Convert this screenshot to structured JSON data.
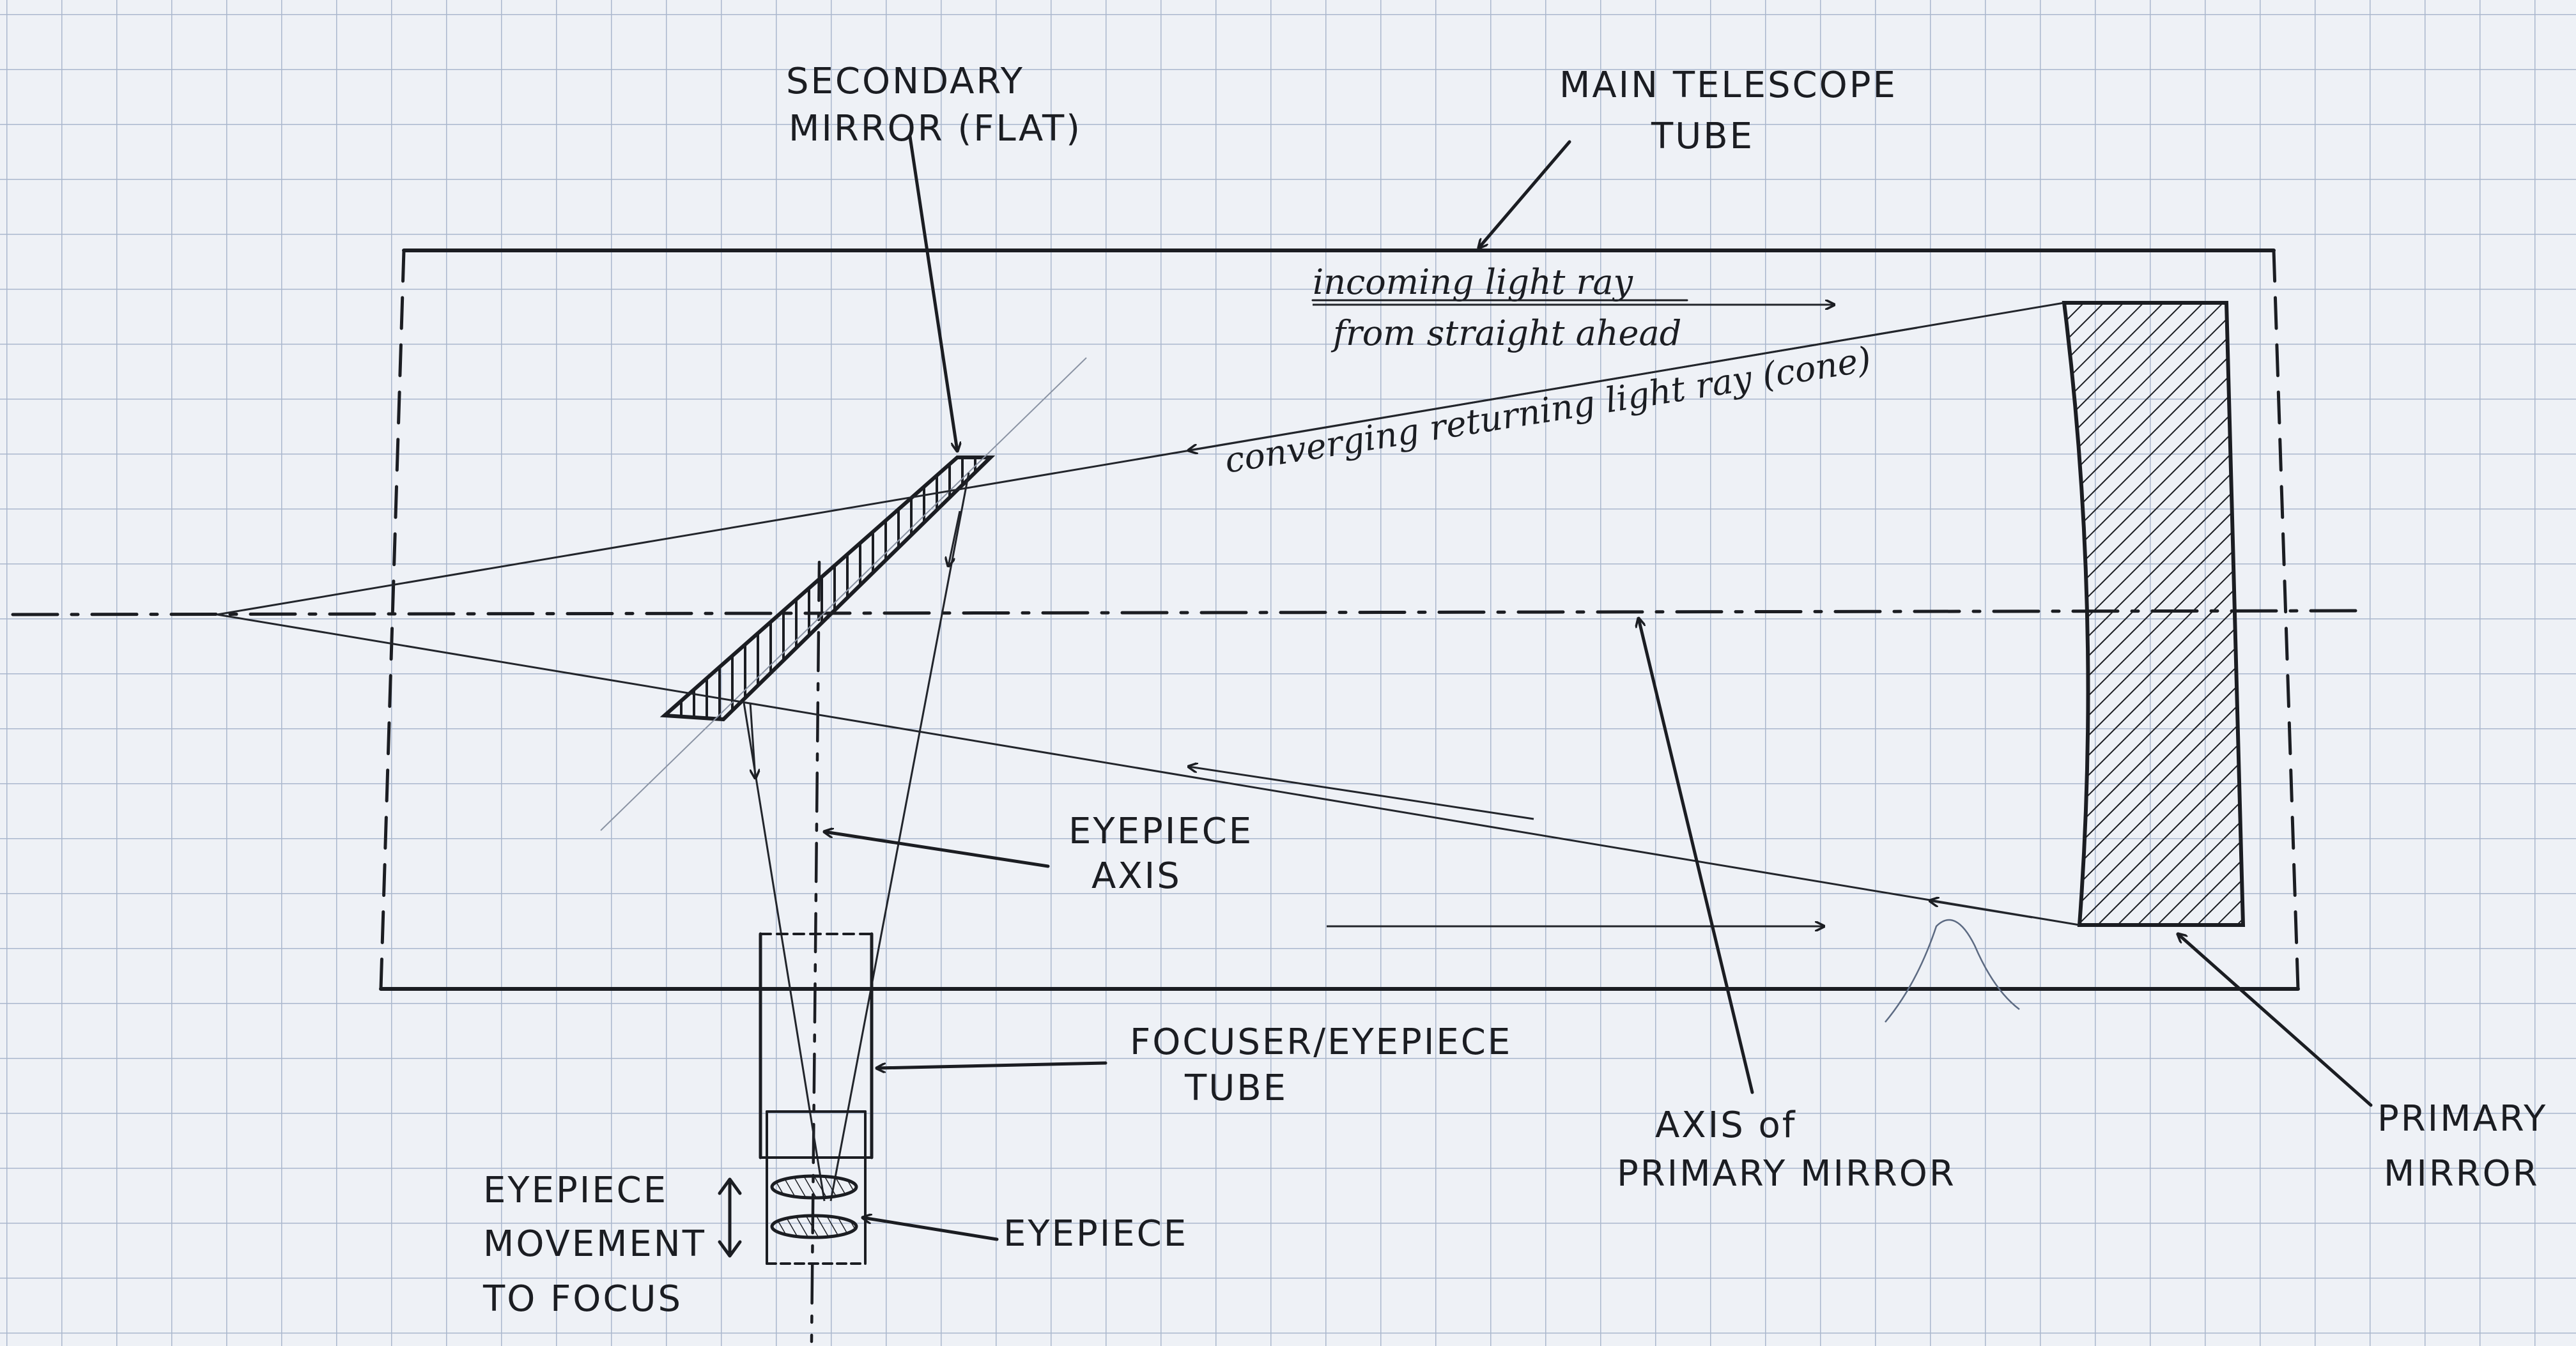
{
  "labels": {
    "secondary_mirror_line1": "SECONDARY",
    "secondary_mirror_line2": "MIRROR (FLAT)",
    "main_tube_line1": "MAIN TELESCOPE",
    "main_tube_line2": "TUBE",
    "incoming_line1": "incoming light ray",
    "incoming_line2": "from straight ahead",
    "converging": "converging returning light ray (cone)",
    "eyepiece_axis_line1": "EYEPIECE",
    "eyepiece_axis_line2": "AXIS",
    "focuser_line1": "FOCUSER/EYEPIECE",
    "focuser_line2": "TUBE",
    "axis_primary_line1": "AXIS of",
    "axis_primary_line2": "PRIMARY MIRROR",
    "primary_mirror_line1": "PRIMARY",
    "primary_mirror_line2": "MIRROR",
    "eyepiece_movement_line1": "EYEPIECE",
    "eyepiece_movement_line2": "MOVEMENT",
    "eyepiece_movement_line3": "TO FOCUS",
    "eyepiece": "EYEPIECE"
  },
  "colors": {
    "paper": "#eef1f6",
    "grid": "#aab7cd",
    "ink": "#1b1d22"
  }
}
